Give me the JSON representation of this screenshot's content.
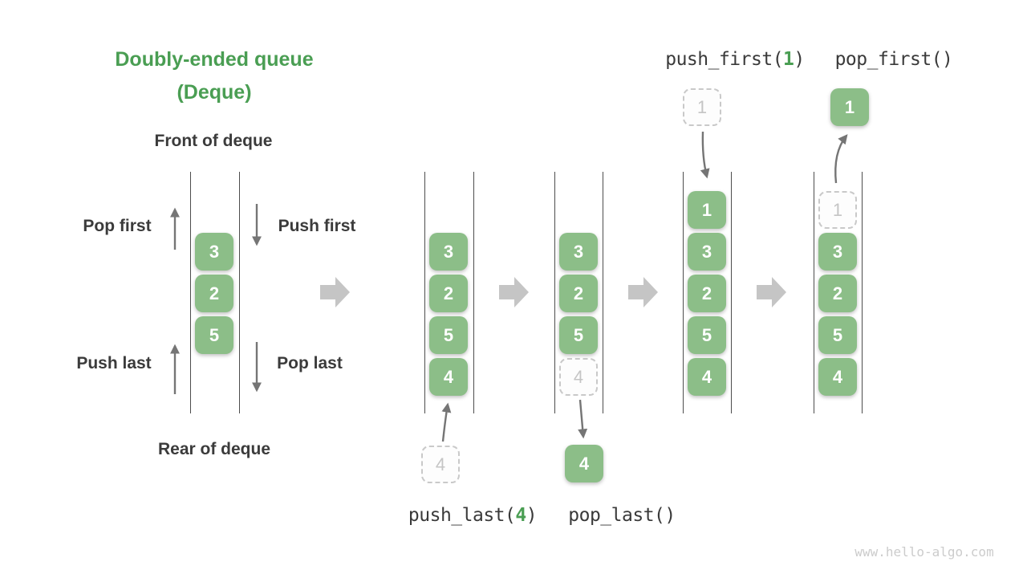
{
  "title": {
    "line1": "Doubly-ended queue",
    "line2": "(Deque)"
  },
  "labels": {
    "front": "Front of deque",
    "rear": "Rear of deque",
    "pop_first": "Pop first",
    "push_first": "Push first",
    "push_last": "Push last",
    "pop_last": "Pop last"
  },
  "ops": {
    "push_first": {
      "pre": "push_first(",
      "arg": "1",
      "post": ")"
    },
    "pop_first": {
      "label": "pop_first()"
    },
    "push_last": {
      "pre": "push_last(",
      "arg": "4",
      "post": ")"
    },
    "pop_last": {
      "label": "pop_last()"
    }
  },
  "queues": [
    {
      "id": "deque-initial",
      "cells": [
        "3",
        "2",
        "5"
      ]
    },
    {
      "id": "deque-after-push-last",
      "cells": [
        "3",
        "2",
        "5",
        "4"
      ]
    },
    {
      "id": "deque-during-pop-last",
      "cells": [
        "3",
        "2",
        "5",
        "4"
      ]
    },
    {
      "id": "deque-after-push-first",
      "cells": [
        "1",
        "3",
        "2",
        "5",
        "4"
      ]
    },
    {
      "id": "deque-during-pop-first",
      "cells": [
        "1",
        "3",
        "2",
        "5",
        "4"
      ]
    }
  ],
  "floating": {
    "push_last_in": "4",
    "pop_last_out": "4",
    "push_first_in": "1",
    "pop_first_out": "1"
  },
  "watermark": "www.hello-algo.com",
  "colors": {
    "cell_green": "#8cbe88",
    "title_green": "#4a9e53",
    "text_dark": "#3b3b3b",
    "block_arrow_gray": "#c5c5c5",
    "thin_arrow_gray": "#757575",
    "ghost_gray": "#c9c9c9"
  }
}
